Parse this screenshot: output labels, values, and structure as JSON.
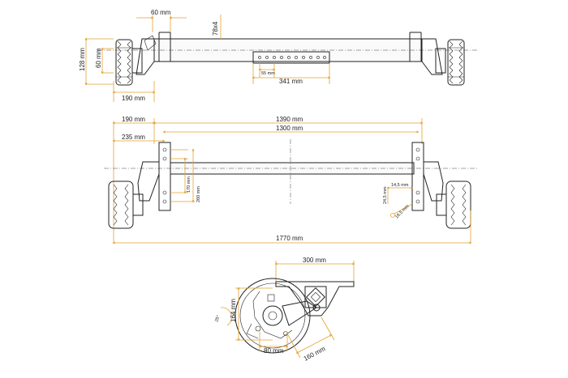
{
  "accent_color": "#e3a233",
  "line_color": "#222222",
  "top_view": {
    "dims": {
      "flange_width": "60 mm",
      "tube_section": "78x4",
      "wheel_height": "128 mm",
      "hub_height": "60 mm",
      "hole_pitch": "55 mm",
      "bracket_length": "341 mm",
      "mount_offset": "190 mm"
    }
  },
  "front_view": {
    "dims": {
      "left_offset": "190 mm",
      "overall_1390": "1390 mm",
      "inner_1300": "1300 mm",
      "offset_235": "235 mm",
      "hole_170": "170 mm",
      "hole_260": "260 mm",
      "hole_14_5": "14,5 mm",
      "hole_24_5": "24,5 mm",
      "hole_dia": "18,5 mm",
      "overall_width": "1770 mm"
    }
  },
  "side_view": {
    "dims": {
      "plate_length": "300 mm",
      "drum_height": "164 mm",
      "angle": "25°",
      "arm_80": "80 mm",
      "arm_160": "160 mm"
    }
  }
}
